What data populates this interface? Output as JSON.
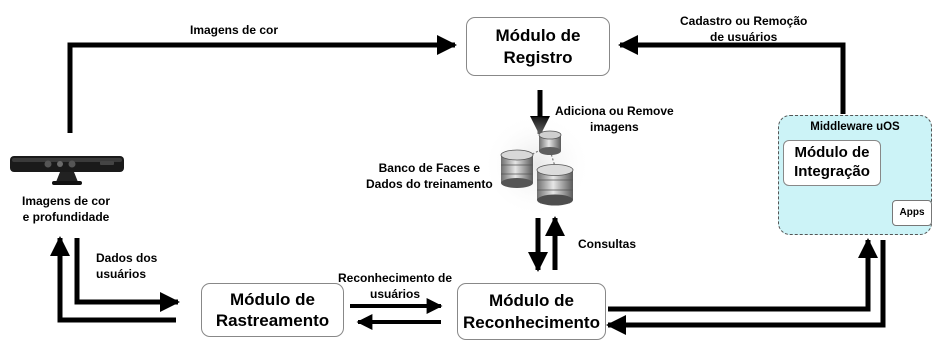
{
  "modules": {
    "registro": "Módulo de\nRegistro",
    "rastreamento": "Módulo de\nRastreamento",
    "reconhecimento": "Módulo de\nReconhecimento",
    "integracao": "Módulo de\nIntegração",
    "apps": "Apps"
  },
  "middleware": {
    "title": "Middleware uOS"
  },
  "labels": {
    "imagens_cor": "Imagens de cor",
    "cadastro": "Cadastro ou Remoção\nde usuários",
    "adiciona": "Adiciona ou Remove\nimagens",
    "banco": "Banco de Faces e\nDados do treinamento",
    "sensor": "Imagens de cor\ne profundidade",
    "dados_usuarios": "Dados dos\nusuários",
    "reconhecimento_usuarios": "Reconhecimento de\nusuários",
    "consultas": "Consultas"
  },
  "icons": {
    "sensor": "kinect-sensor-icon",
    "database": "database-icon"
  },
  "colors": {
    "arrow": "#000000",
    "middleware_fill": "#ccf3f7",
    "box_border": "#888888"
  }
}
